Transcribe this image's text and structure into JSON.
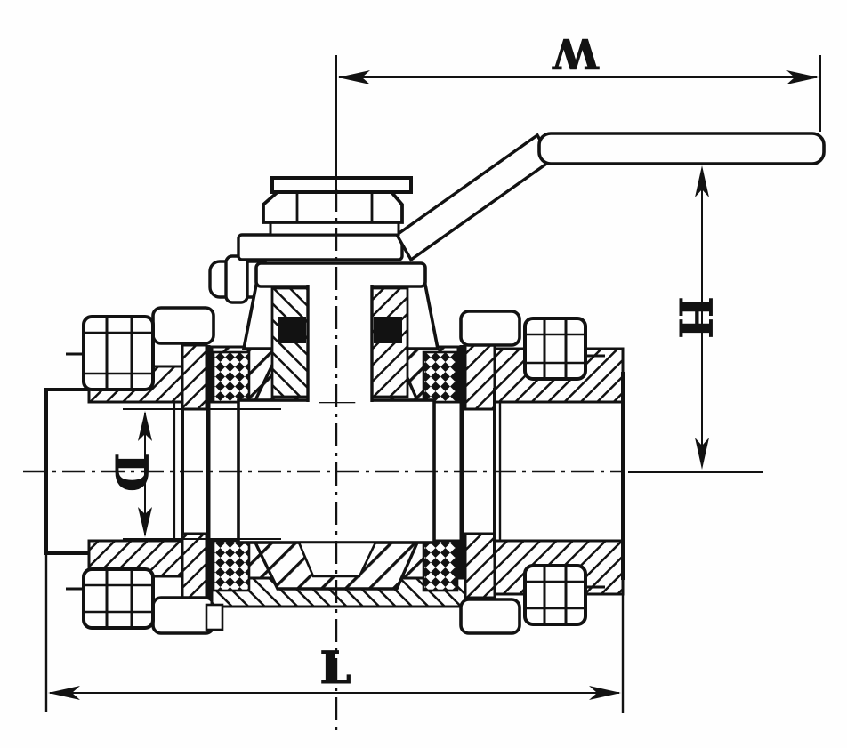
{
  "figure": {
    "labels": {
      "w": "W",
      "h": "H",
      "d": "D",
      "l": "L"
    },
    "colors": {
      "line": "#121212",
      "background": "#fefefe"
    }
  }
}
